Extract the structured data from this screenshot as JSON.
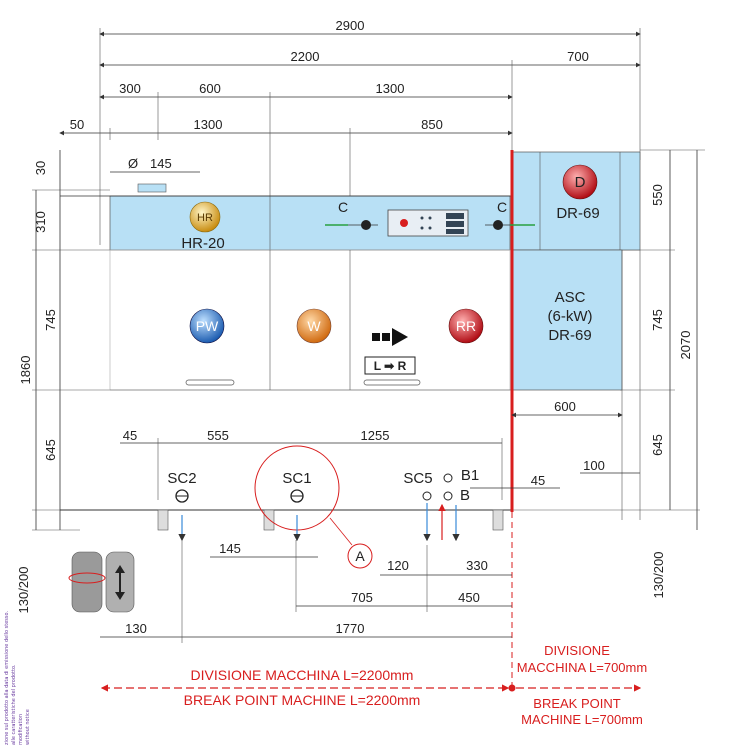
{
  "dimensions": {
    "top_total": "2900",
    "left_section": "2200",
    "right_section": "700",
    "d300": "300",
    "d600a": "600",
    "d1300a": "1300",
    "d50": "50",
    "d1300b": "1300",
    "d850": "850",
    "d30": "30",
    "dia_symbol": "Ø",
    "d145a": "145",
    "d310": "310",
    "d745a": "745",
    "d1860": "1860",
    "d645a": "645",
    "d550": "550",
    "d745b": "745",
    "d2070": "2070",
    "d600b": "600",
    "d100": "100",
    "d645b": "645",
    "d45a": "45",
    "d555": "555",
    "d1255": "1255",
    "d45b": "45",
    "d145b": "145",
    "d120": "120",
    "d330": "330",
    "d705": "705",
    "d450": "450",
    "d130": "130",
    "d1770": "1770",
    "d130_200_left": "130/200",
    "d130_200_right": "130/200"
  },
  "modules": {
    "hr_badge": "HR",
    "hr_name": "HR-20",
    "pw_badge": "PW",
    "w_badge": "W",
    "rr_badge": "RR",
    "d_badge": "D",
    "d_name": "DR-69",
    "asc_line1": "ASC",
    "asc_line2": "(6-kW)",
    "asc_line3": "DR-69",
    "direction": "L ➡ R"
  },
  "connections": {
    "c_left": "C",
    "c_right": "C",
    "sc2": "SC2",
    "sc1": "SC1",
    "sc5": "SC5",
    "b1": "B1",
    "b": "B",
    "detail": "A"
  },
  "break_point": {
    "left_it": "DIVISIONE MACCHINA L=2200mm",
    "left_en": "BREAK POINT MACHINE L=2200mm",
    "right_it_1": "DIVISIONE",
    "right_it_2": "MACCHINA L=700mm",
    "right_en_1": "BREAK POINT",
    "right_en_2": "MACHINE L=700mm"
  },
  "side_note": [
    "zione sul prodotto alla data di emissione dello stesso.",
    "alle caratteristiche del prodotto.",
    "modification",
    "without notice"
  ],
  "colors": {
    "module_fill": "#b8e0f5",
    "break_red": "#d81e1e",
    "hr_gold": "#d8a21e",
    "pw_blue": "#2f74c8",
    "w_orange": "#e07d1e",
    "rr_red": "#c4131c"
  }
}
